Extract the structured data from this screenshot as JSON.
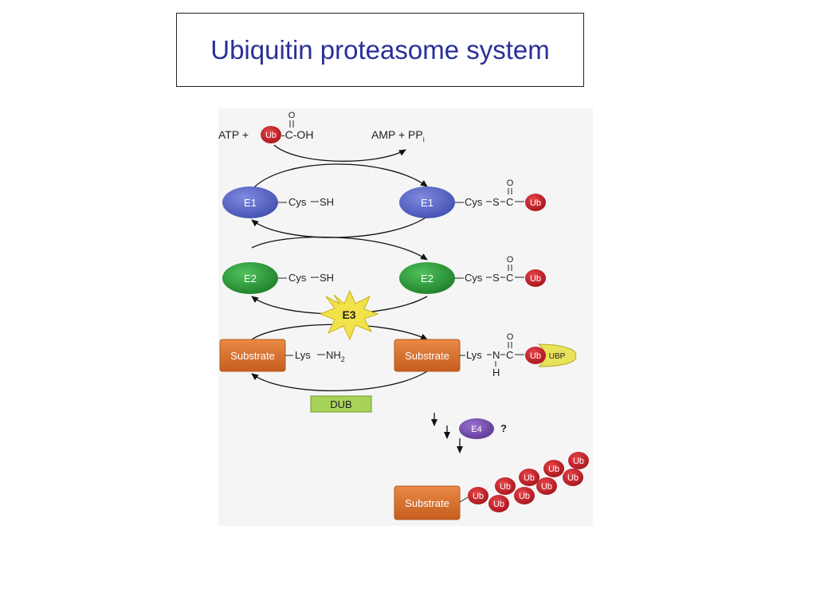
{
  "title": "Ubiquitin proteasome system",
  "colors": {
    "title": "#2a2f9a",
    "e1": "#5a66c4",
    "e2": "#2e9a3a",
    "substrate": "#d96d2a",
    "ub": "#c41e24",
    "ubp": "#e8e25a",
    "e3": "#f2e24a",
    "e4": "#7a4fb0",
    "dub": "#a8d35a",
    "panel": "#f5f5f5"
  },
  "diagram": {
    "atp_label": "ATP +",
    "amp_label": "AMP + PP",
    "amp_sub": "i",
    "oh_label": "-C-OH",
    "ub": "Ub",
    "oxygen": "O",
    "e1": "E1",
    "e2": "E2",
    "e3": "E3",
    "e4": "E4",
    "question": "?",
    "substrate": "Substrate",
    "dub": "DUB",
    "ubp": "UBP",
    "cys_sh": "Cys",
    "sh": "SH",
    "cys_s_c": "Cys",
    "s": "S",
    "c": "C",
    "lys": "Lys",
    "nh2": "NH",
    "nh2_sub": "2",
    "n": "N",
    "h": "H"
  }
}
